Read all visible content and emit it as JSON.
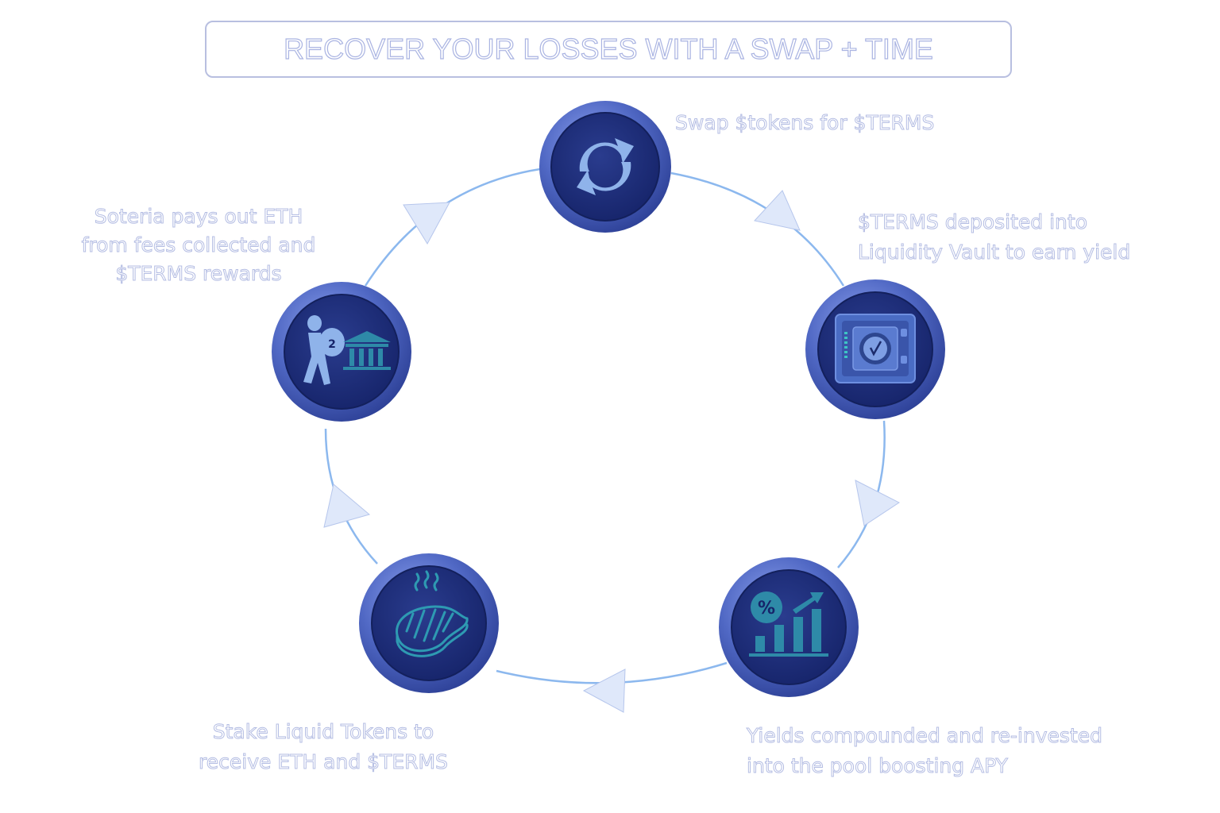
{
  "title": "RECOVER YOUR LOSSES WITH A SWAP + TIME",
  "colors": {
    "title_outline": "#aab4e2",
    "label_outline": "#b4bde3",
    "ring_outer": "#5b72c8",
    "ring_inner": "#1f2f7a",
    "icon_light": "#8fb3ea",
    "icon_teal": "#2e8aa8",
    "connector": "#8cb8ee",
    "arrowhead": "#dfe8fa"
  },
  "steps": [
    {
      "id": "swap",
      "icon": "refresh-icon",
      "label_lines": [
        "Swap $tokens for $TERMS"
      ]
    },
    {
      "id": "vault",
      "icon": "vault-safe-icon",
      "label_lines": [
        "$TERMS deposited into",
        "Liquidity Vault to earn yield"
      ]
    },
    {
      "id": "compound",
      "icon": "growth-chart-percent-icon",
      "label_lines": [
        "Yields compounded and re-invested",
        "into the pool boosting APY"
      ]
    },
    {
      "id": "stake",
      "icon": "steak-icon",
      "label_lines": [
        "Stake Liquid Tokens to",
        "receive ETH and $TERMS"
      ]
    },
    {
      "id": "payout",
      "icon": "person-bank-icon",
      "label_lines": [
        "Soteria pays out ETH",
        "from fees collected and",
        "$TERMS rewards"
      ]
    }
  ]
}
